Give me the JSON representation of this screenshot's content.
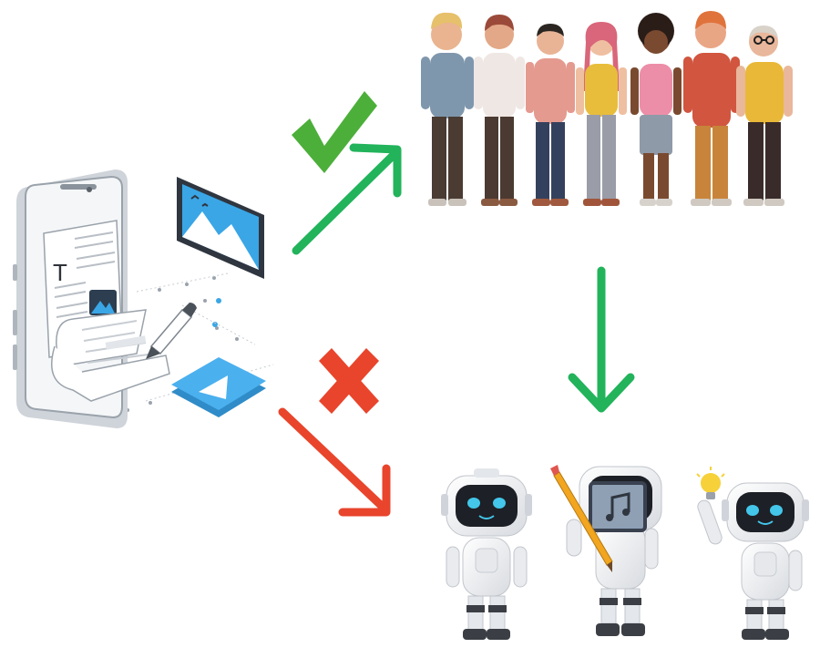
{
  "diagram": {
    "phone_glyph": "T",
    "icons": {
      "content": "phone-document-media-icon",
      "people": "people-group-icon",
      "robots": "robots-group-icon",
      "check": "check-icon",
      "cross": "cross-icon",
      "music_note": "music-note-icon",
      "bulb": "lightbulb-icon"
    },
    "edges": [
      {
        "from": "content",
        "to": "people",
        "status": "allowed"
      },
      {
        "from": "content",
        "to": "robots",
        "status": "blocked"
      },
      {
        "from": "people",
        "to": "robots",
        "status": "allowed"
      }
    ]
  },
  "colors": {
    "allowed": "#22b35b",
    "check": "#4caf3a",
    "blocked": "#e8452c",
    "accent_blue": "#3aa6e6"
  }
}
